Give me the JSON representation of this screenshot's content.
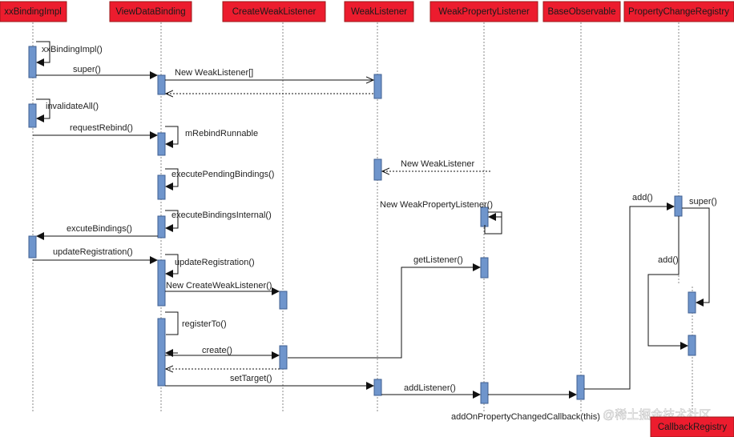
{
  "participants": [
    {
      "id": "xxbindingimpl",
      "label": "xxBindingImpl"
    },
    {
      "id": "viewdatabinding",
      "label": "ViewDataBinding"
    },
    {
      "id": "createweaklistener",
      "label": "CreateWeakListener"
    },
    {
      "id": "weaklistener",
      "label": "WeakListener"
    },
    {
      "id": "weakpropertylistener",
      "label": "WeakPropertyListener"
    },
    {
      "id": "baseobservable",
      "label": "BaseObservable"
    },
    {
      "id": "propertychangeregistry",
      "label": "PropertyChangeRegistry"
    },
    {
      "id": "callbackregistry",
      "label": "CallbackRegistry"
    }
  ],
  "messages": {
    "m1": "xxBindingImpl()",
    "m2": "super()",
    "m3": "New WeakListener[]",
    "m4": "invalidateAll()",
    "m5": "requestRebind()",
    "m6": "mRebindRunnable",
    "m7": "New WeakListener",
    "m8": "executePendingBindings()",
    "m9": "New WeakPropertyListener()",
    "m10": "executeBindingsInternal()",
    "m11": "excuteBindings()",
    "m12": "updateRegistration()",
    "m13": "updateRegistration()",
    "m14": "getListener()",
    "m15": "New CreateWeakListener()",
    "m16": "registerTo()",
    "m17": "create()",
    "m18": "setTarget()",
    "m19": "addListener()",
    "m20": "addOnPropertyChangedCallback(this)",
    "m21": "add()",
    "m22": "super()",
    "m23": "add()"
  },
  "watermark": "@稀土掘金技术社区"
}
